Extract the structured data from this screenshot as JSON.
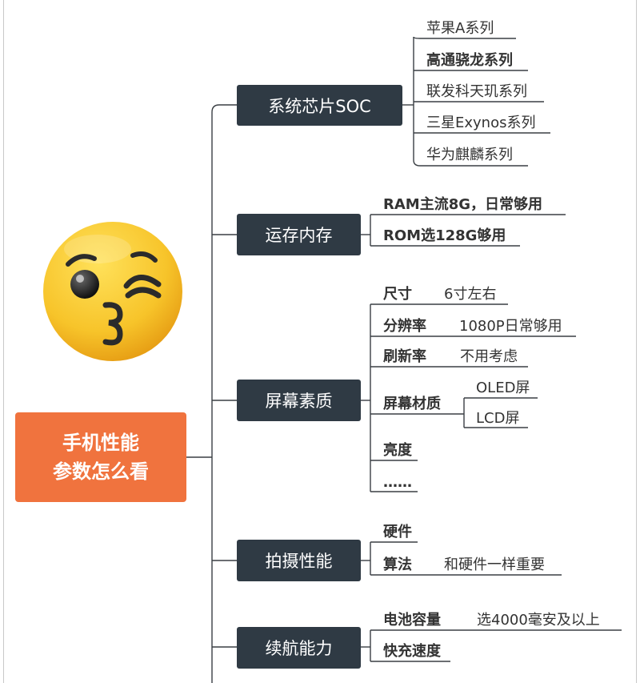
{
  "root": {
    "line1": "手机性能",
    "line2": "参数怎么看"
  },
  "branches": {
    "soc": {
      "label": "系统芯片SOC",
      "items": [
        "苹果A系列",
        "高通骁龙系列",
        "联发科天玑系列",
        "三星Exynos系列",
        "华为麒麟系列"
      ]
    },
    "ram": {
      "label": "运存内存",
      "items": [
        "RAM主流8G，日常够用",
        "ROM选128G够用"
      ]
    },
    "screen": {
      "label": "屏幕素质",
      "size": {
        "label": "尺寸",
        "value": "6寸左右"
      },
      "resolution": {
        "label": "分辨率",
        "value": "1080P日常够用"
      },
      "refresh": {
        "label": "刷新率",
        "value": "不用考虑"
      },
      "material": {
        "label": "屏幕材质",
        "values": [
          "OLED屏",
          "LCD屏"
        ]
      },
      "brightness": {
        "label": "亮度"
      },
      "more": {
        "label": "……"
      }
    },
    "camera": {
      "label": "拍摄性能",
      "hardware": {
        "label": "硬件"
      },
      "algorithm": {
        "label": "算法",
        "value": "和硬件一样重要"
      }
    },
    "battery": {
      "label": "续航能力",
      "capacity": {
        "label": "电池容量",
        "value": "选4000毫安及以上"
      },
      "charging": {
        "label": "快充速度"
      }
    }
  },
  "colors": {
    "node": "#2f3a44",
    "root": "#f0733e",
    "line": "#3a3f44",
    "emoji": "#f7c42a"
  },
  "icons": {
    "emoji": "kissing-wink-emoji-icon"
  }
}
